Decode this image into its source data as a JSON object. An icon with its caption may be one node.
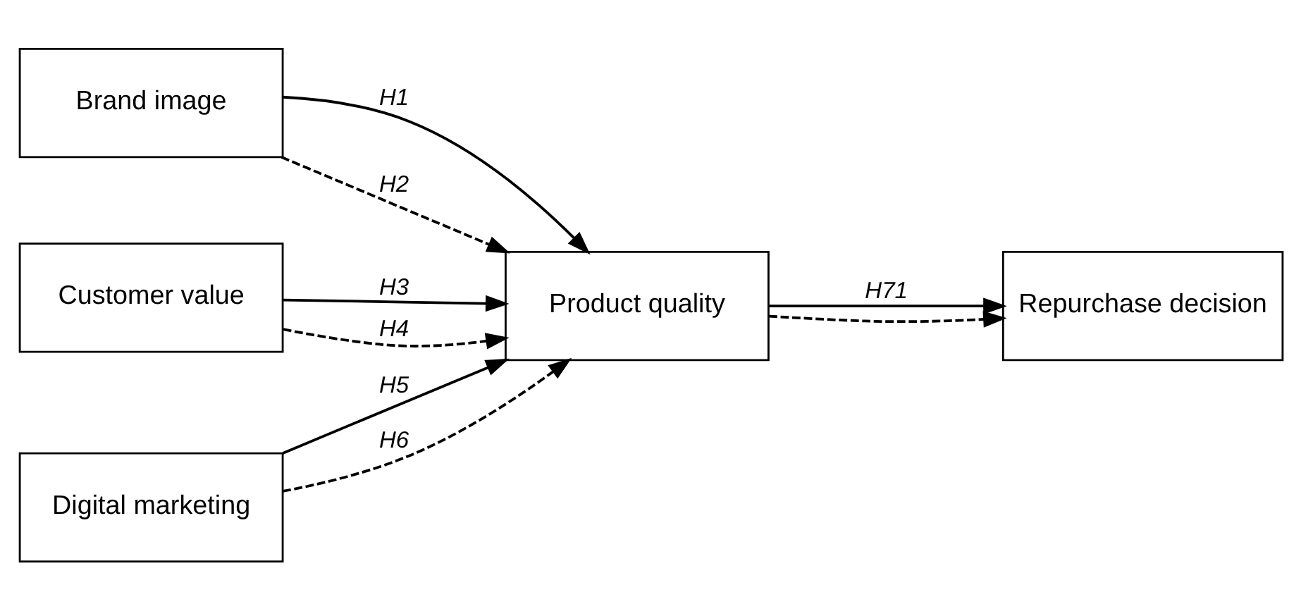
{
  "diagram": {
    "nodes": [
      {
        "text": [
          "Brand image"
        ]
      },
      {
        "text": [
          "Customer value"
        ]
      },
      {
        "text": [
          "Digital marketing"
        ]
      },
      {
        "text": [
          "Product quality"
        ]
      },
      {
        "text": [
          "Repurchase decision"
        ]
      }
    ],
    "edges": [
      {
        "from": 0,
        "to": 3,
        "arrow": "to",
        "label": "H1"
      },
      {
        "from": 0,
        "to": 3,
        "arrow": "to",
        "label": "H2",
        "style": "dashed"
      },
      {
        "from": 1,
        "to": 3,
        "arrow": "to",
        "label": "H3"
      },
      {
        "from": 1,
        "to": 3,
        "arrow": "to",
        "label": "H4",
        "style": "dashed"
      },
      {
        "from": 2,
        "to": 3,
        "arrow": "to",
        "label": "H5"
      },
      {
        "from": 2,
        "to": 3,
        "arrow": "to",
        "label": "H6",
        "style": "dashed"
      },
      {
        "from": 3,
        "to": 4,
        "arrow": "to",
        "label": "H71"
      },
      {
        "from": 3,
        "to": 4,
        "arrow": "to",
        "style": "dashed"
      }
    ]
  }
}
